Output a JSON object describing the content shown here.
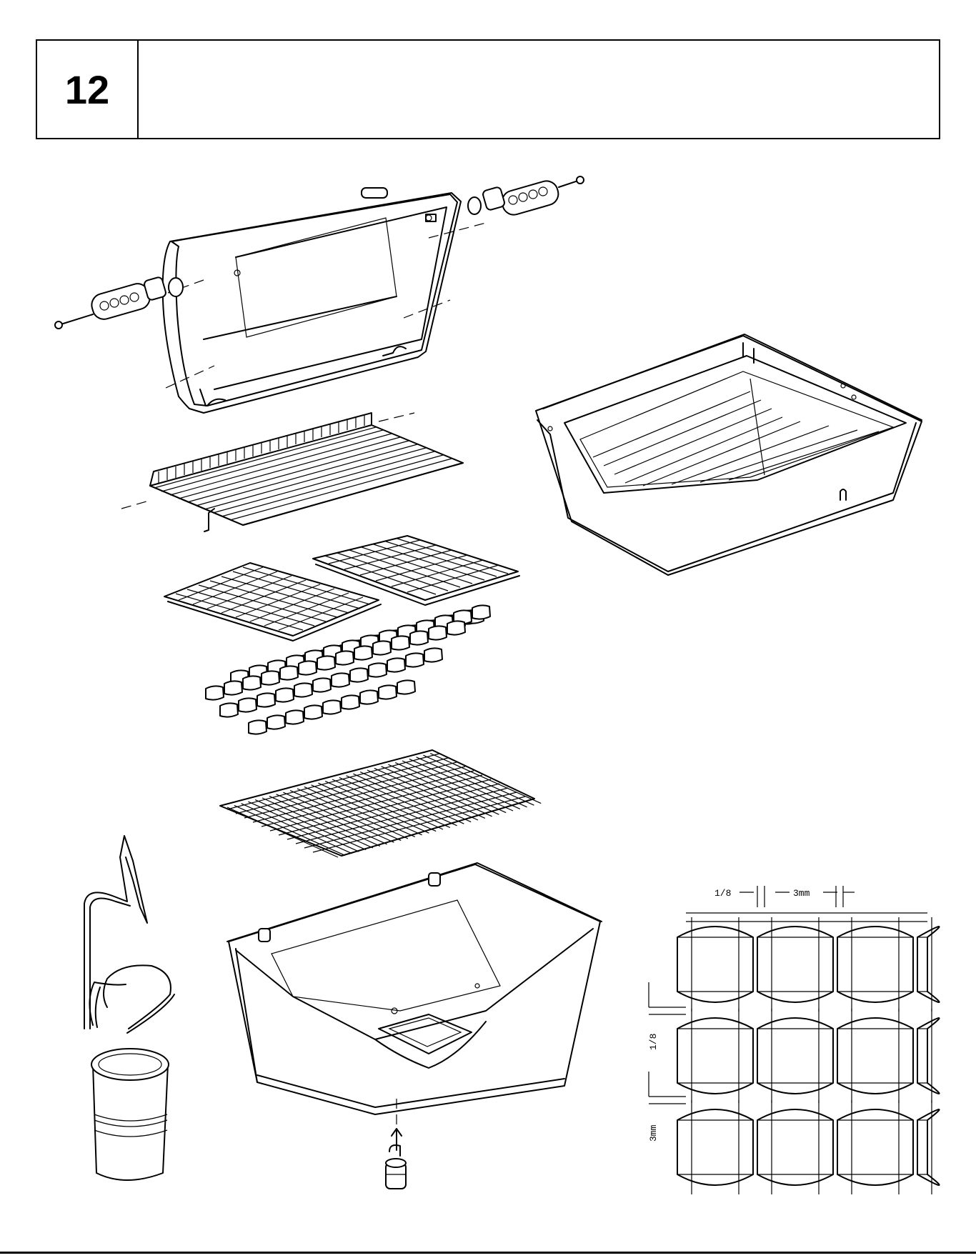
{
  "step": {
    "number": "12"
  },
  "dimensions": {
    "top_left": "1/8",
    "top_right": "3mm",
    "side_upper": "1/8",
    "side_lower": "3mm"
  },
  "colors": {
    "ink": "#000000",
    "paper": "#ffffff"
  }
}
